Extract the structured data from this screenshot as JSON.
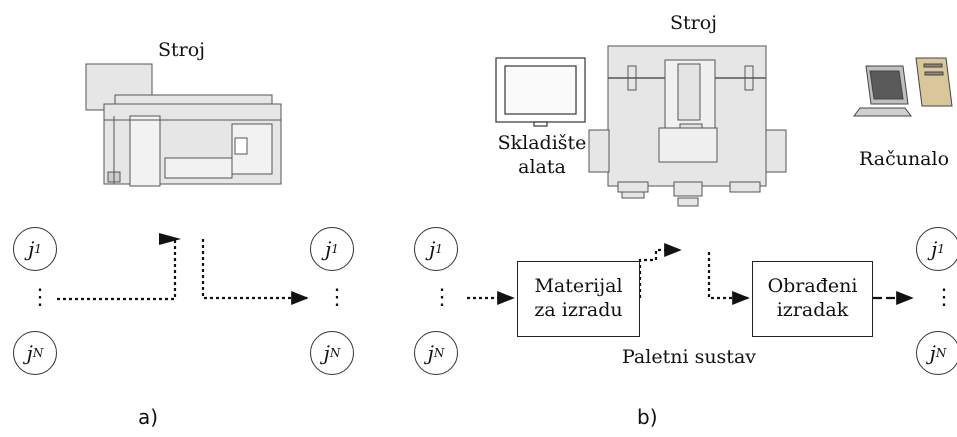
{
  "panel_a": {
    "machine_label": "Stroj",
    "caption": "a)",
    "job_first": "j",
    "job_first_sub": "1",
    "job_last": "j",
    "job_last_sub": "N",
    "ellipsis": "⋮"
  },
  "panel_b": {
    "machine_label": "Stroj",
    "tool_storage_label_line1": "Skladište",
    "tool_storage_label_line2": "alata",
    "computer_label": "Računalo",
    "raw_material_line1": "Materijal",
    "raw_material_line2": "za izradu",
    "finished_part_line1": "Obrađeni",
    "finished_part_line2": "izradak",
    "pallet_system_label": "Paletni sustav",
    "caption": "b)",
    "job_first": "j",
    "job_first_sub": "1",
    "job_last": "j",
    "job_last_sub": "N",
    "ellipsis": "⋮"
  },
  "icons": [
    "cnc-machine-side-icon",
    "cnc-machine-front-icon",
    "tool-storage-monitor-icon",
    "computer-icon"
  ],
  "colors": {
    "line": "#111111",
    "machine_fill": "#e6e6e6",
    "machine_stroke": "#555555"
  }
}
